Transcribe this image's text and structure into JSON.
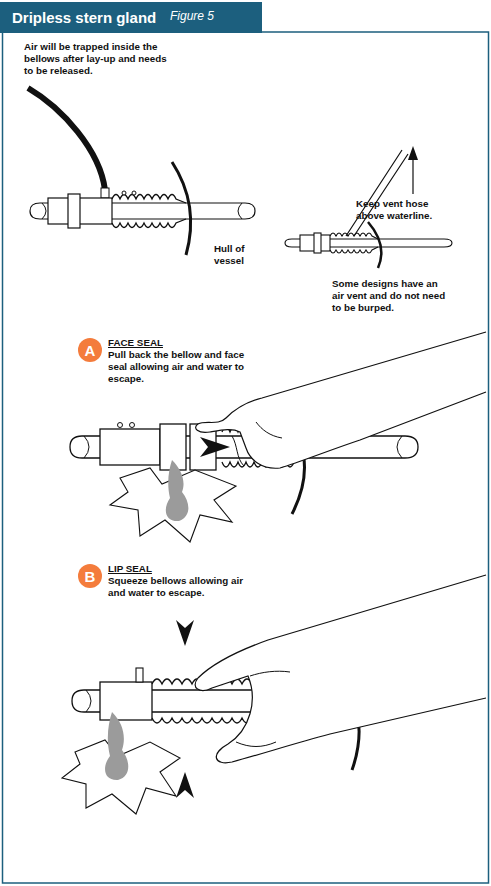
{
  "diagram": {
    "title": "Dripless stern gland",
    "nodes": [
      {
        "text": [
          "A"
        ]
      },
      {
        "text": [
          "B"
        ]
      }
    ],
    "labels": [
      "Figure 5",
      "Air will be trapped inside the bellows after lay-up and needs to be released.",
      "Hull of vessel",
      "Keep vent hose above waterline.",
      "Some designs have an air vent and do not need to be burped.",
      "FACE SEAL",
      "Pull back the bellow and face seal allowing air and water to escape.",
      "LIP SEAL",
      "Squeeze bellows allowing air and water to escape."
    ]
  }
}
